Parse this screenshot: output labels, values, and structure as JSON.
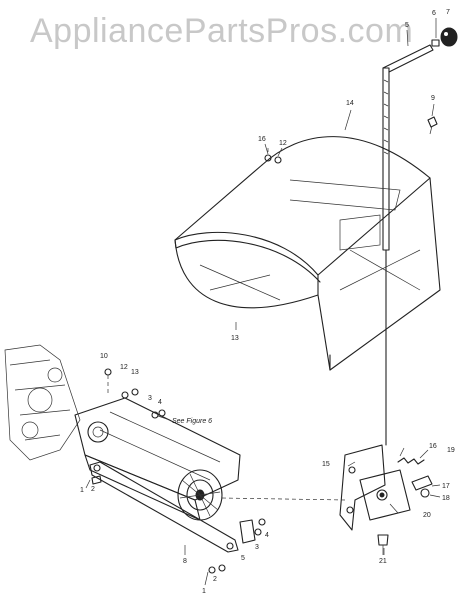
{
  "watermark": "AppliancePartsPros.com",
  "figure_reference": "See Figure 6",
  "callouts": {
    "c1": "1",
    "c2": "2",
    "c3": "3",
    "c4": "4",
    "c5": "5",
    "c6": "6",
    "c7": "7",
    "c8": "8",
    "c9": "9",
    "c10": "10",
    "c12": "12",
    "c13": "13",
    "c14": "14",
    "c15": "15",
    "c16": "16",
    "c17": "17",
    "c18": "18",
    "c19": "19",
    "c20": "20",
    "c21": "21"
  }
}
